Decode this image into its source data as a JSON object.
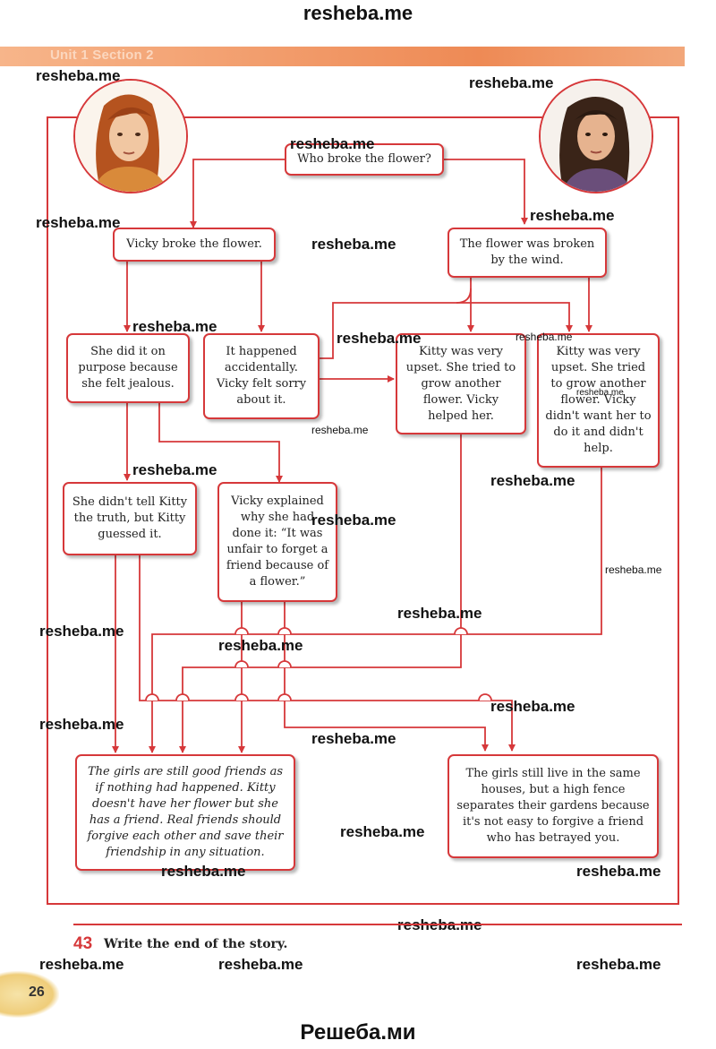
{
  "site": {
    "top": "resheba.me",
    "bottom": "Решеба.ми",
    "watermark": "resheba.me"
  },
  "header": {
    "section_label": "Unit 1 Section 2"
  },
  "nodes": {
    "root": "Who broke the flower?",
    "vicky_broke": "Vicky broke the flower.",
    "wind": "The flower was broken by the wind.",
    "on_purpose": "She did it on purpose because she felt jealous.",
    "accident": "It happened accidentally. Vicky felt sorry about it.",
    "upset_helped": "Kitty was very upset. She tried to grow another flower. Vicky helped her.",
    "upset_no_help": "Kitty was very upset. She tried to grow another flower. Vicky didn't want her to do it and didn't help.",
    "didnt_tell": "She didn't tell Kitty the truth, but Kitty guessed it.",
    "explained": "Vicky explained why she had done it: “It was unfair to forget a friend because of a flower.”",
    "still_friends": "The girls are still good friends as if nothing had happened. Kitty doesn't have her flower but she has a friend. Real friends should forgive each other and save their friendship in any situation.",
    "fence": "The girls still live in the same houses, but a high fence separates their gardens because it's not easy to forgive a friend who has betrayed you."
  },
  "task": {
    "number": "43",
    "text": "Write the end of the story."
  },
  "page": {
    "number": "26"
  },
  "colors": {
    "accent": "#d6383a",
    "band": "#ee8a55"
  }
}
